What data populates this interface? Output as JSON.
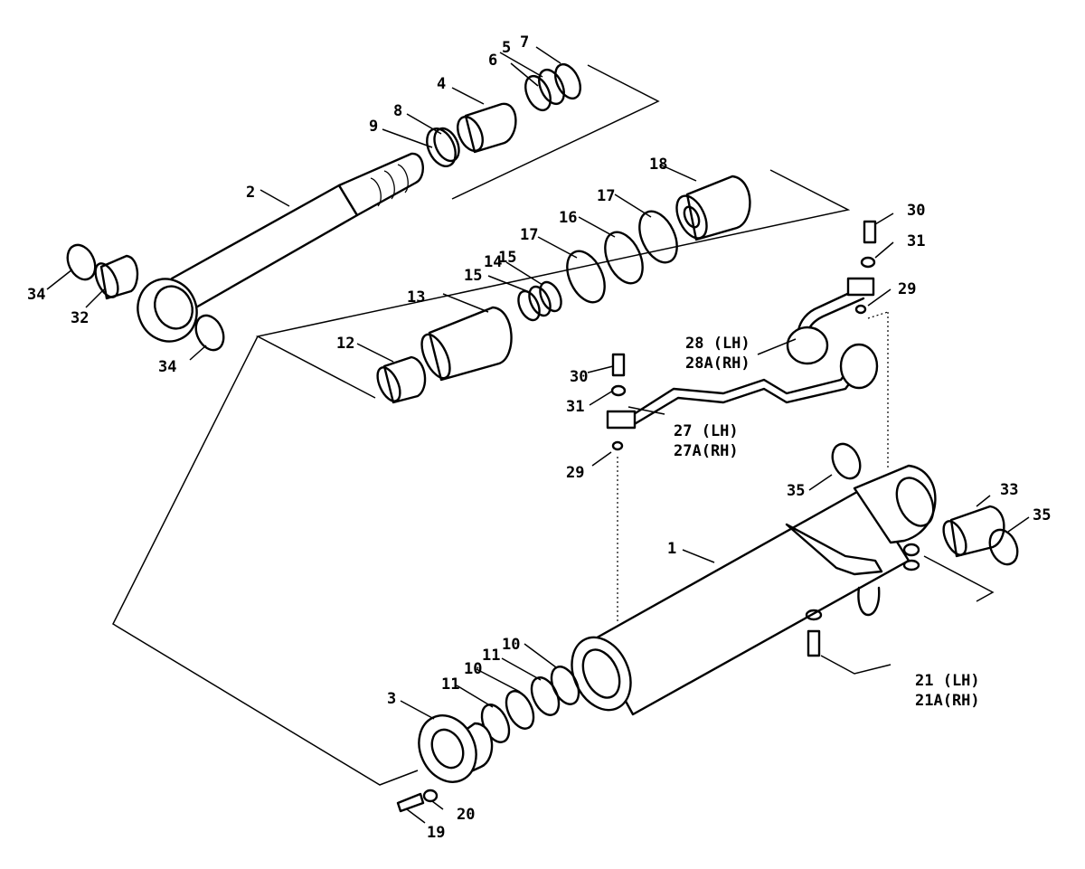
{
  "labels": {
    "l1": "1",
    "l2": "2",
    "l3": "3",
    "l4": "4",
    "l5": "5",
    "l6": "6",
    "l7": "7",
    "l8": "8",
    "l9": "9",
    "l10a": "10",
    "l10b": "10",
    "l11a": "11",
    "l11b": "11",
    "l12": "12",
    "l13": "13",
    "l14": "14",
    "l15a": "15",
    "l15b": "15",
    "l16": "16",
    "l17a": "17",
    "l17b": "17",
    "l18": "18",
    "l19": "19",
    "l20": "20",
    "l21": "21 (LH)",
    "l21a": "21A(RH)",
    "l27": "27 (LH)",
    "l27a": "27A(RH)",
    "l28": "28 (LH)",
    "l28a": "28A(RH)",
    "l29a": "29",
    "l29b": "29",
    "l30a": "30",
    "l30b": "30",
    "l31a": "31",
    "l31b": "31",
    "l32": "32",
    "l33": "33",
    "l34a": "34",
    "l34b": "34",
    "l35a": "35",
    "l35b": "35"
  }
}
